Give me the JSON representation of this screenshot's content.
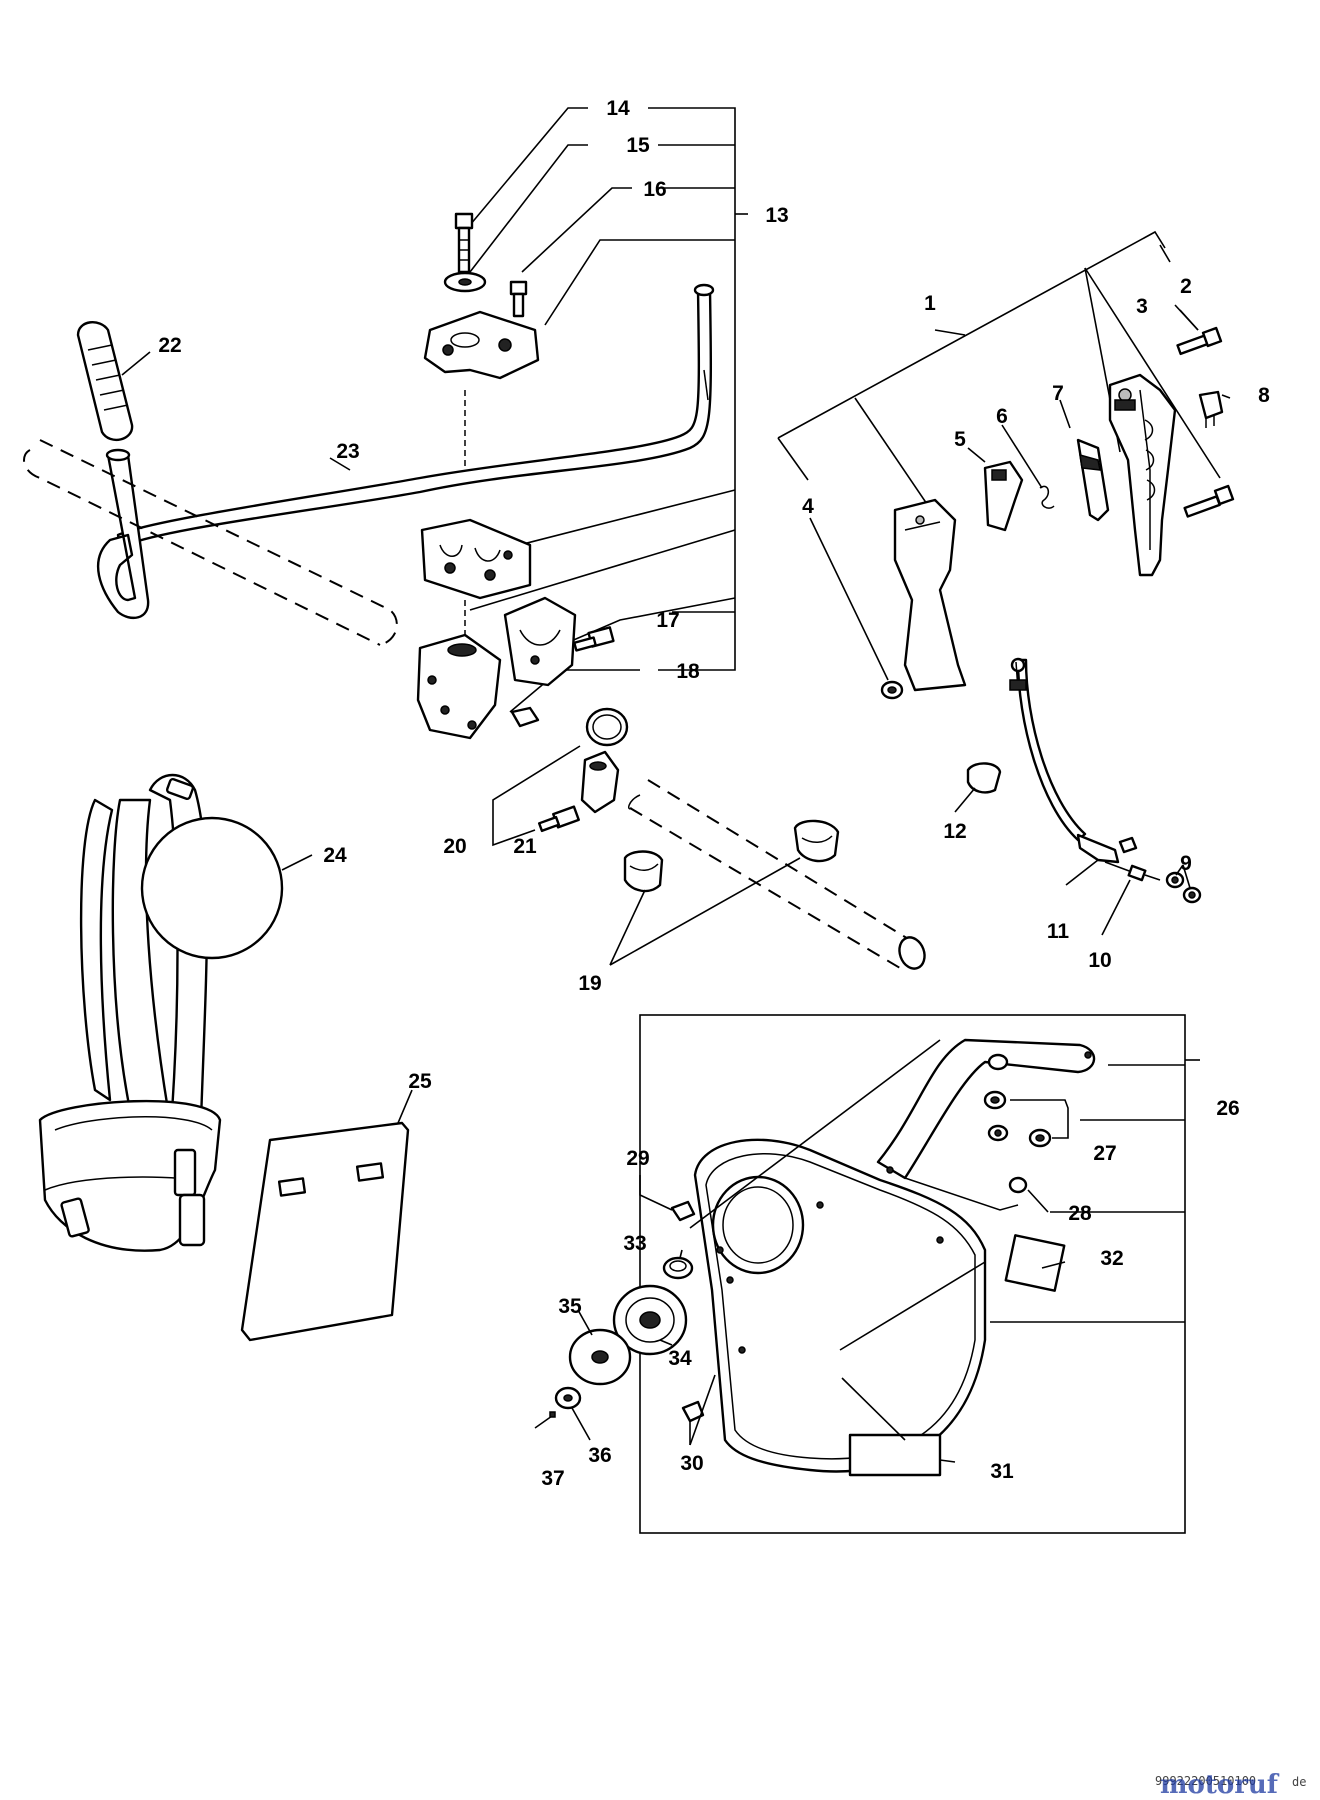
{
  "diagram": {
    "callouts": [
      "1",
      "2",
      "3",
      "4",
      "5",
      "6",
      "7",
      "8",
      "9",
      "10",
      "11",
      "12",
      "13",
      "14",
      "15",
      "16",
      "17",
      "18",
      "19",
      "20",
      "21",
      "22",
      "23",
      "24",
      "25",
      "26",
      "27",
      "28",
      "29",
      "30",
      "31",
      "32",
      "33",
      "34",
      "35",
      "36",
      "37"
    ]
  },
  "watermark": {
    "code": "99922200510100",
    "brand_text": "motoruf",
    "suffix": "de"
  }
}
